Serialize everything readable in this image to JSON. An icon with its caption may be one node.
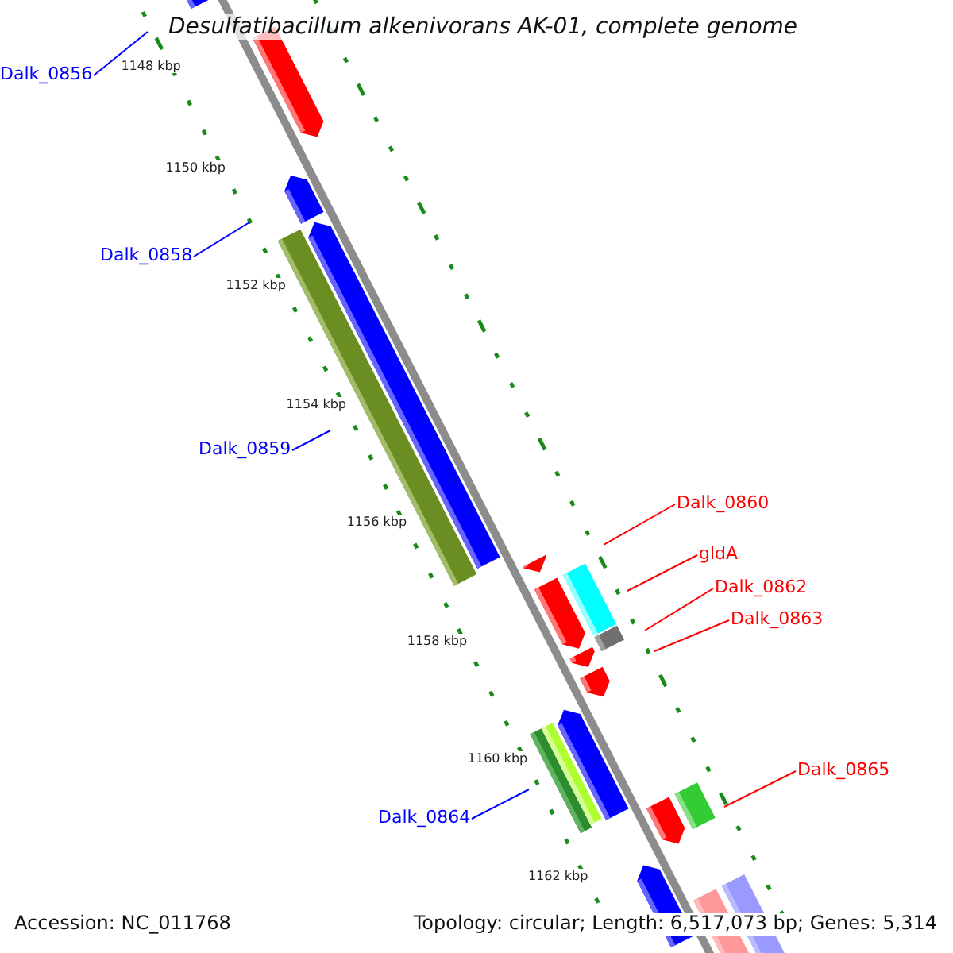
{
  "diagram": {
    "title": "Desulfatibacillum alkenivorans AK-01, complete genome",
    "nodes": [
      {
        "text": [
          "Dalk_0856"
        ]
      },
      {
        "text": [
          "Dalk_0858"
        ]
      },
      {
        "text": [
          "Dalk_0859"
        ]
      },
      {
        "text": [
          "Dalk_0860"
        ]
      },
      {
        "text": [
          "gldA"
        ]
      },
      {
        "text": [
          "Dalk_0862"
        ]
      },
      {
        "text": [
          "Dalk_0863"
        ]
      },
      {
        "text": [
          "Dalk_0865"
        ]
      },
      {
        "text": [
          "Dalk_0864"
        ]
      }
    ],
    "edges": [
      {
        "from": 0,
        "to": null,
        "arrow": "none",
        "color": "#0000ff"
      },
      {
        "from": 1,
        "to": null,
        "arrow": "none",
        "color": "#0000ff"
      },
      {
        "from": 2,
        "to": null,
        "arrow": "none",
        "color": "#0000ff"
      },
      {
        "from": 3,
        "to": null,
        "arrow": "none"
      },
      {
        "from": 4,
        "to": null,
        "arrow": "none"
      },
      {
        "from": 5,
        "to": null,
        "arrow": "none"
      },
      {
        "from": 6,
        "to": null,
        "arrow": "none"
      },
      {
        "from": 7,
        "to": null,
        "arrow": "none"
      },
      {
        "from": 8,
        "to": null,
        "arrow": "none",
        "color": "#0000ff"
      }
    ],
    "labels": [
      "1148 kbp",
      "1150 kbp",
      "1152 kbp",
      "1154 kbp",
      "1156 kbp",
      "1158 kbp",
      "1160 kbp",
      "1162 kbp",
      "Accession: NC_011768",
      "Topology: circular; Length: 6,517,073 bp; Genes: 5,314"
    ]
  }
}
